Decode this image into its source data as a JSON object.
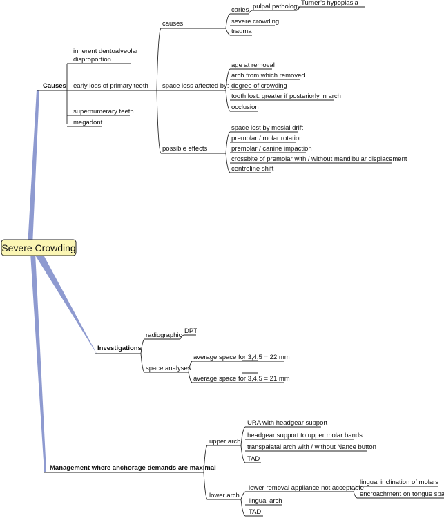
{
  "center": "Severe Crowding",
  "causes": {
    "label": "Causes",
    "inherent_1": "inherent dentoalveolar",
    "inherent_2": "disproportion",
    "early_loss": "early loss of primary teeth",
    "supernumerary": "supernumerary teeth",
    "megadont": "megadont",
    "causes_sub": "causes",
    "caries": "caries",
    "pulpal": "pulpal pathology",
    "turner": "Turner’s hypoplasia",
    "severe_crowding": "severe crowding",
    "trauma": "trauma",
    "space_loss": "space loss affected by:",
    "age": "age at removal",
    "arch_removed": "arch from which removed",
    "degree": "degree of crowding",
    "tooth_lost": "tooth lost: greater if posteriorly in arch",
    "occlusion": "occlusion",
    "possible_effects": "possible effects",
    "mesial": "space lost by mesial drift",
    "rotation": "premolar / molar rotation",
    "impaction": "premolar / canine impaction",
    "crossbite": "crossbite of premolar with / without mandibular displacement",
    "centreline": "centreline shift"
  },
  "investigations": {
    "label": "Investigations",
    "radiographic": "radiographic",
    "dpt": "DPT",
    "space_analyses": "space analyses",
    "avg1_pre": "average space for ",
    "avg1_teeth": "3,4,5",
    "avg1_post": " = 22 mm",
    "avg2_pre": "average space for ",
    "avg2_teeth": "3,4,5",
    "avg2_post": " = 21 mm"
  },
  "management": {
    "label": "Management where anchorage demands are maximal",
    "upper_arch": "upper arch",
    "ura": "URA with headgear support",
    "headgear": "headgear support to upper molar bands",
    "tpa": "transpalatal arch with / without Nance button",
    "tad_upper": "TAD",
    "lower_arch": "lower arch",
    "lower_removal": "lower removal appliance not acceptable",
    "lingual_incl": "lingual inclination of molars",
    "encroach": "encroachment on tongue space",
    "lingual_arch": "lingual arch",
    "tad_lower": "TAD"
  }
}
